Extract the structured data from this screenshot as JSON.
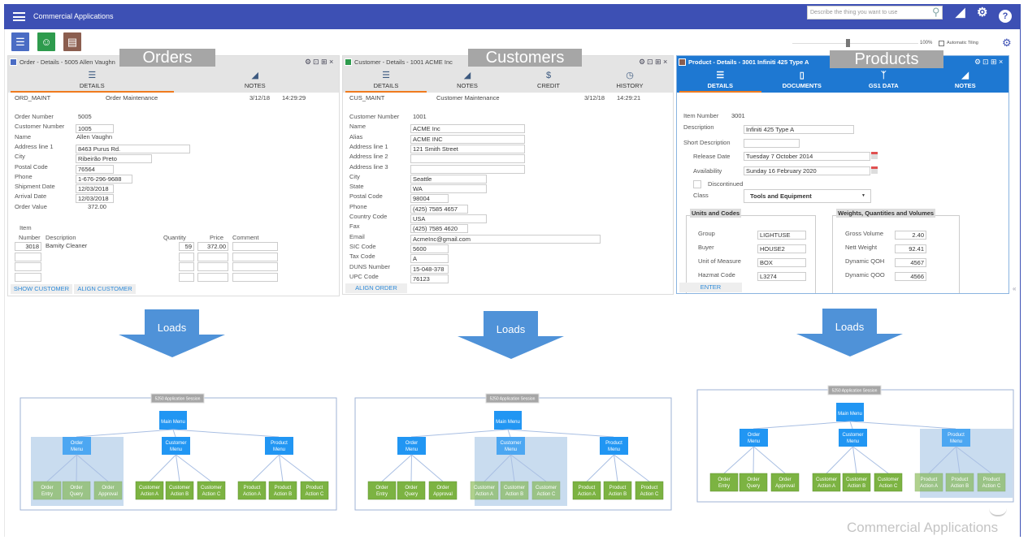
{
  "app": {
    "title": "Commercial Applications",
    "search_placeholder": "Describe the thing you want to use"
  },
  "header_icons": [
    "tiles-icon",
    "settings-gear-icon",
    "help-icon"
  ],
  "launcher": [
    {
      "name": "orders-launcher",
      "icon": "clipboard-icon",
      "color": "#4a6cc4"
    },
    {
      "name": "customers-launcher",
      "icon": "people-icon",
      "color": "#2e9b4d"
    },
    {
      "name": "products-launcher",
      "icon": "box-icon",
      "color": "#8b5e4f"
    }
  ],
  "toolbar": {
    "zoom_label": "100%",
    "zoom_percent": 100,
    "auto_tiling_label": "Automatic Tiling",
    "auto_tiling_checked": false
  },
  "colors": {
    "topbar": "#3d50b4",
    "tab_active": "#f07b1e",
    "product_header": "#1e78d2",
    "arrow": "#4f92d8",
    "menu_box": "#2196f3",
    "action_box": "#7cb342",
    "highlight": "#c9dcef"
  },
  "orders": {
    "overlay": "Orders",
    "title": "Order - Details - 5005 Allen Vaughn",
    "tabs": [
      {
        "label": "DETAILS",
        "icon": "details-icon"
      },
      {
        "label": "NOTES",
        "icon": "notes-icon"
      }
    ],
    "program": "ORD_MAINT",
    "program_desc": "Order Maintenance",
    "date": "3/12/18",
    "time": "14:29:29",
    "fields": [
      {
        "label": "Order Number",
        "value": "5005",
        "input": false
      },
      {
        "label": "Customer Number",
        "value": "1005",
        "input": true
      },
      {
        "label": "Name",
        "value": "Allen Vaughn",
        "input": false
      },
      {
        "label": "Address line 1",
        "value": "8463 Purus Rd.",
        "input": true
      },
      {
        "label": "City",
        "value": "Ribeirão Preto",
        "input": true
      },
      {
        "label": "Postal Code",
        "value": "76564",
        "input": true
      },
      {
        "label": "Phone",
        "value": "1-676-296-9688",
        "input": true
      },
      {
        "label": "Shipment Date",
        "value": "12/03/2018",
        "input": true
      },
      {
        "label": "Arrival Date",
        "value": "12/03/2018",
        "input": true
      },
      {
        "label": "Order Value",
        "value": "372.00",
        "input": false
      }
    ],
    "items": {
      "group_label": "Item",
      "headers": {
        "number": "Number",
        "description": "Description",
        "quantity": "Quantity",
        "price": "Price",
        "comment": "Comment"
      },
      "rows": [
        {
          "number": "3018",
          "description": "Bamity Cleaner",
          "quantity": "59",
          "price": "372.00",
          "comment": ""
        },
        {
          "number": "",
          "description": "",
          "quantity": "",
          "price": "",
          "comment": ""
        },
        {
          "number": "",
          "description": "",
          "quantity": "",
          "price": "",
          "comment": ""
        },
        {
          "number": "",
          "description": "",
          "quantity": "",
          "price": "",
          "comment": ""
        }
      ]
    },
    "buttons": [
      "SHOW CUSTOMER",
      "ALIGN CUSTOMER"
    ]
  },
  "customers": {
    "overlay": "Customers",
    "title": "Customer - Details - 1001 ACME Inc",
    "tabs": [
      {
        "label": "DETAILS",
        "icon": "details-icon"
      },
      {
        "label": "NOTES",
        "icon": "notes-icon"
      },
      {
        "label": "CREDIT",
        "icon": "dollar-icon"
      },
      {
        "label": "HISTORY",
        "icon": "clock-icon"
      }
    ],
    "program": "CUS_MAINT",
    "program_desc": "Customer Maintenance",
    "date": "3/12/18",
    "time": "14:29:21",
    "fields": [
      {
        "label": "Customer Number",
        "value": "1001",
        "input": false
      },
      {
        "label": "Name",
        "value": "ACME Inc",
        "input": true
      },
      {
        "label": "Alias",
        "value": "ACME INC",
        "input": true
      },
      {
        "label": "Address line 1",
        "value": "121 Smith Street",
        "input": true
      },
      {
        "label": "Address line 2",
        "value": "",
        "input": true
      },
      {
        "label": "Address line 3",
        "value": "",
        "input": true
      },
      {
        "label": "City",
        "value": "Seattle",
        "input": true
      },
      {
        "label": "State",
        "value": "WA",
        "input": true
      },
      {
        "label": "Postal Code",
        "value": "98004",
        "input": true
      },
      {
        "label": "Phone",
        "value": "(425) 7585 4657",
        "input": true
      },
      {
        "label": "Country Code",
        "value": "USA",
        "input": true
      },
      {
        "label": "Fax",
        "value": "(425) 7585 4620",
        "input": true
      },
      {
        "label": "Email",
        "value": "AcmeInc@gmail.com",
        "input": true
      },
      {
        "label": "SIC Code",
        "value": "5600",
        "input": true
      },
      {
        "label": "Tax Code",
        "value": "A",
        "input": true
      },
      {
        "label": "DUNS Number",
        "value": "15-048-378",
        "input": true
      },
      {
        "label": "UPC Code",
        "value": "76123",
        "input": true
      }
    ],
    "buttons": [
      "ALIGN ORDER"
    ]
  },
  "products": {
    "overlay": "Products",
    "title": "Product - Details - 3001 Infiniti 425 Type A",
    "tabs": [
      {
        "label": "DETAILS",
        "icon": "details-icon"
      },
      {
        "label": "DOCUMENTS",
        "icon": "document-icon"
      },
      {
        "label": "GS1 DATA",
        "icon": "network-icon"
      },
      {
        "label": "NOTES",
        "icon": "notes-icon"
      }
    ],
    "item_number_label": "Item Number",
    "item_number": "3001",
    "description_label": "Description",
    "description": "Infiniti 425 Type A",
    "short_description_label": "Short Description",
    "short_description": "",
    "release_date_label": "Release Date",
    "release_date": "Tuesday 7 October 2014",
    "availability_label": "Availability",
    "availability": "Sunday 16 February 2020",
    "discontinued_label": "Discontinued",
    "discontinued": false,
    "class_label": "Class",
    "class_value": "Tools and Equipment",
    "units": {
      "legend": "Units and Codes",
      "fields": [
        {
          "label": "Group",
          "value": "LIGHTUSE"
        },
        {
          "label": "Buyer",
          "value": "HOUSE2"
        },
        {
          "label": "Unit of Measure",
          "value": "BOX"
        },
        {
          "label": "Hazmat Code",
          "value": "L3274"
        }
      ]
    },
    "weights": {
      "legend": "Weights, Quantities and Volumes",
      "fields": [
        {
          "label": "Gross Volume",
          "value": "2.40"
        },
        {
          "label": "Nett Weight",
          "value": "92.41"
        },
        {
          "label": "Dynamic QOH",
          "value": "4567"
        },
        {
          "label": "Dynamic QOO",
          "value": "4566"
        }
      ]
    },
    "buttons": [
      "ENTER"
    ]
  },
  "arrows": [
    "Loads",
    "Loads",
    "Loads"
  ],
  "diagrams": [
    {
      "session_label": "5250 Application Session",
      "main": "Main Menu",
      "highlight": 0,
      "menus": [
        {
          "label": "Order Menu",
          "actions": [
            "Order Entry",
            "Order Query",
            "Order Approval"
          ]
        },
        {
          "label": "Customer Menu",
          "actions": [
            "Customer Action A",
            "Customer Action B",
            "Customer Action C"
          ]
        },
        {
          "label": "Product Menu",
          "actions": [
            "Product Action A",
            "Product Action B",
            "Product Action C"
          ]
        }
      ]
    },
    {
      "session_label": "5250 Application Session",
      "main": "Main Menu",
      "highlight": 1,
      "menus": [
        {
          "label": "Order Menu",
          "actions": [
            "Order Entry",
            "Order Query",
            "Order Approval"
          ]
        },
        {
          "label": "Customer Menu",
          "actions": [
            "Customer Action A",
            "Customer Action B",
            "Customer Action C"
          ]
        },
        {
          "label": "Product Menu",
          "actions": [
            "Product Action A",
            "Product Action B",
            "Product Action C"
          ]
        }
      ]
    },
    {
      "session_label": "5250 Application Session",
      "main": "Main Menu",
      "highlight": 2,
      "menus": [
        {
          "label": "Order Menu",
          "actions": [
            "Order Entry",
            "Order Query",
            "Order Approval"
          ]
        },
        {
          "label": "Customer Menu",
          "actions": [
            "Customer Action A",
            "Customer Action B",
            "Customer Action C"
          ]
        },
        {
          "label": "Product Menu",
          "actions": [
            "Product Action A",
            "Product Action B",
            "Product Action C"
          ]
        }
      ]
    }
  ],
  "footer": {
    "brand": "Commercial Applications"
  }
}
